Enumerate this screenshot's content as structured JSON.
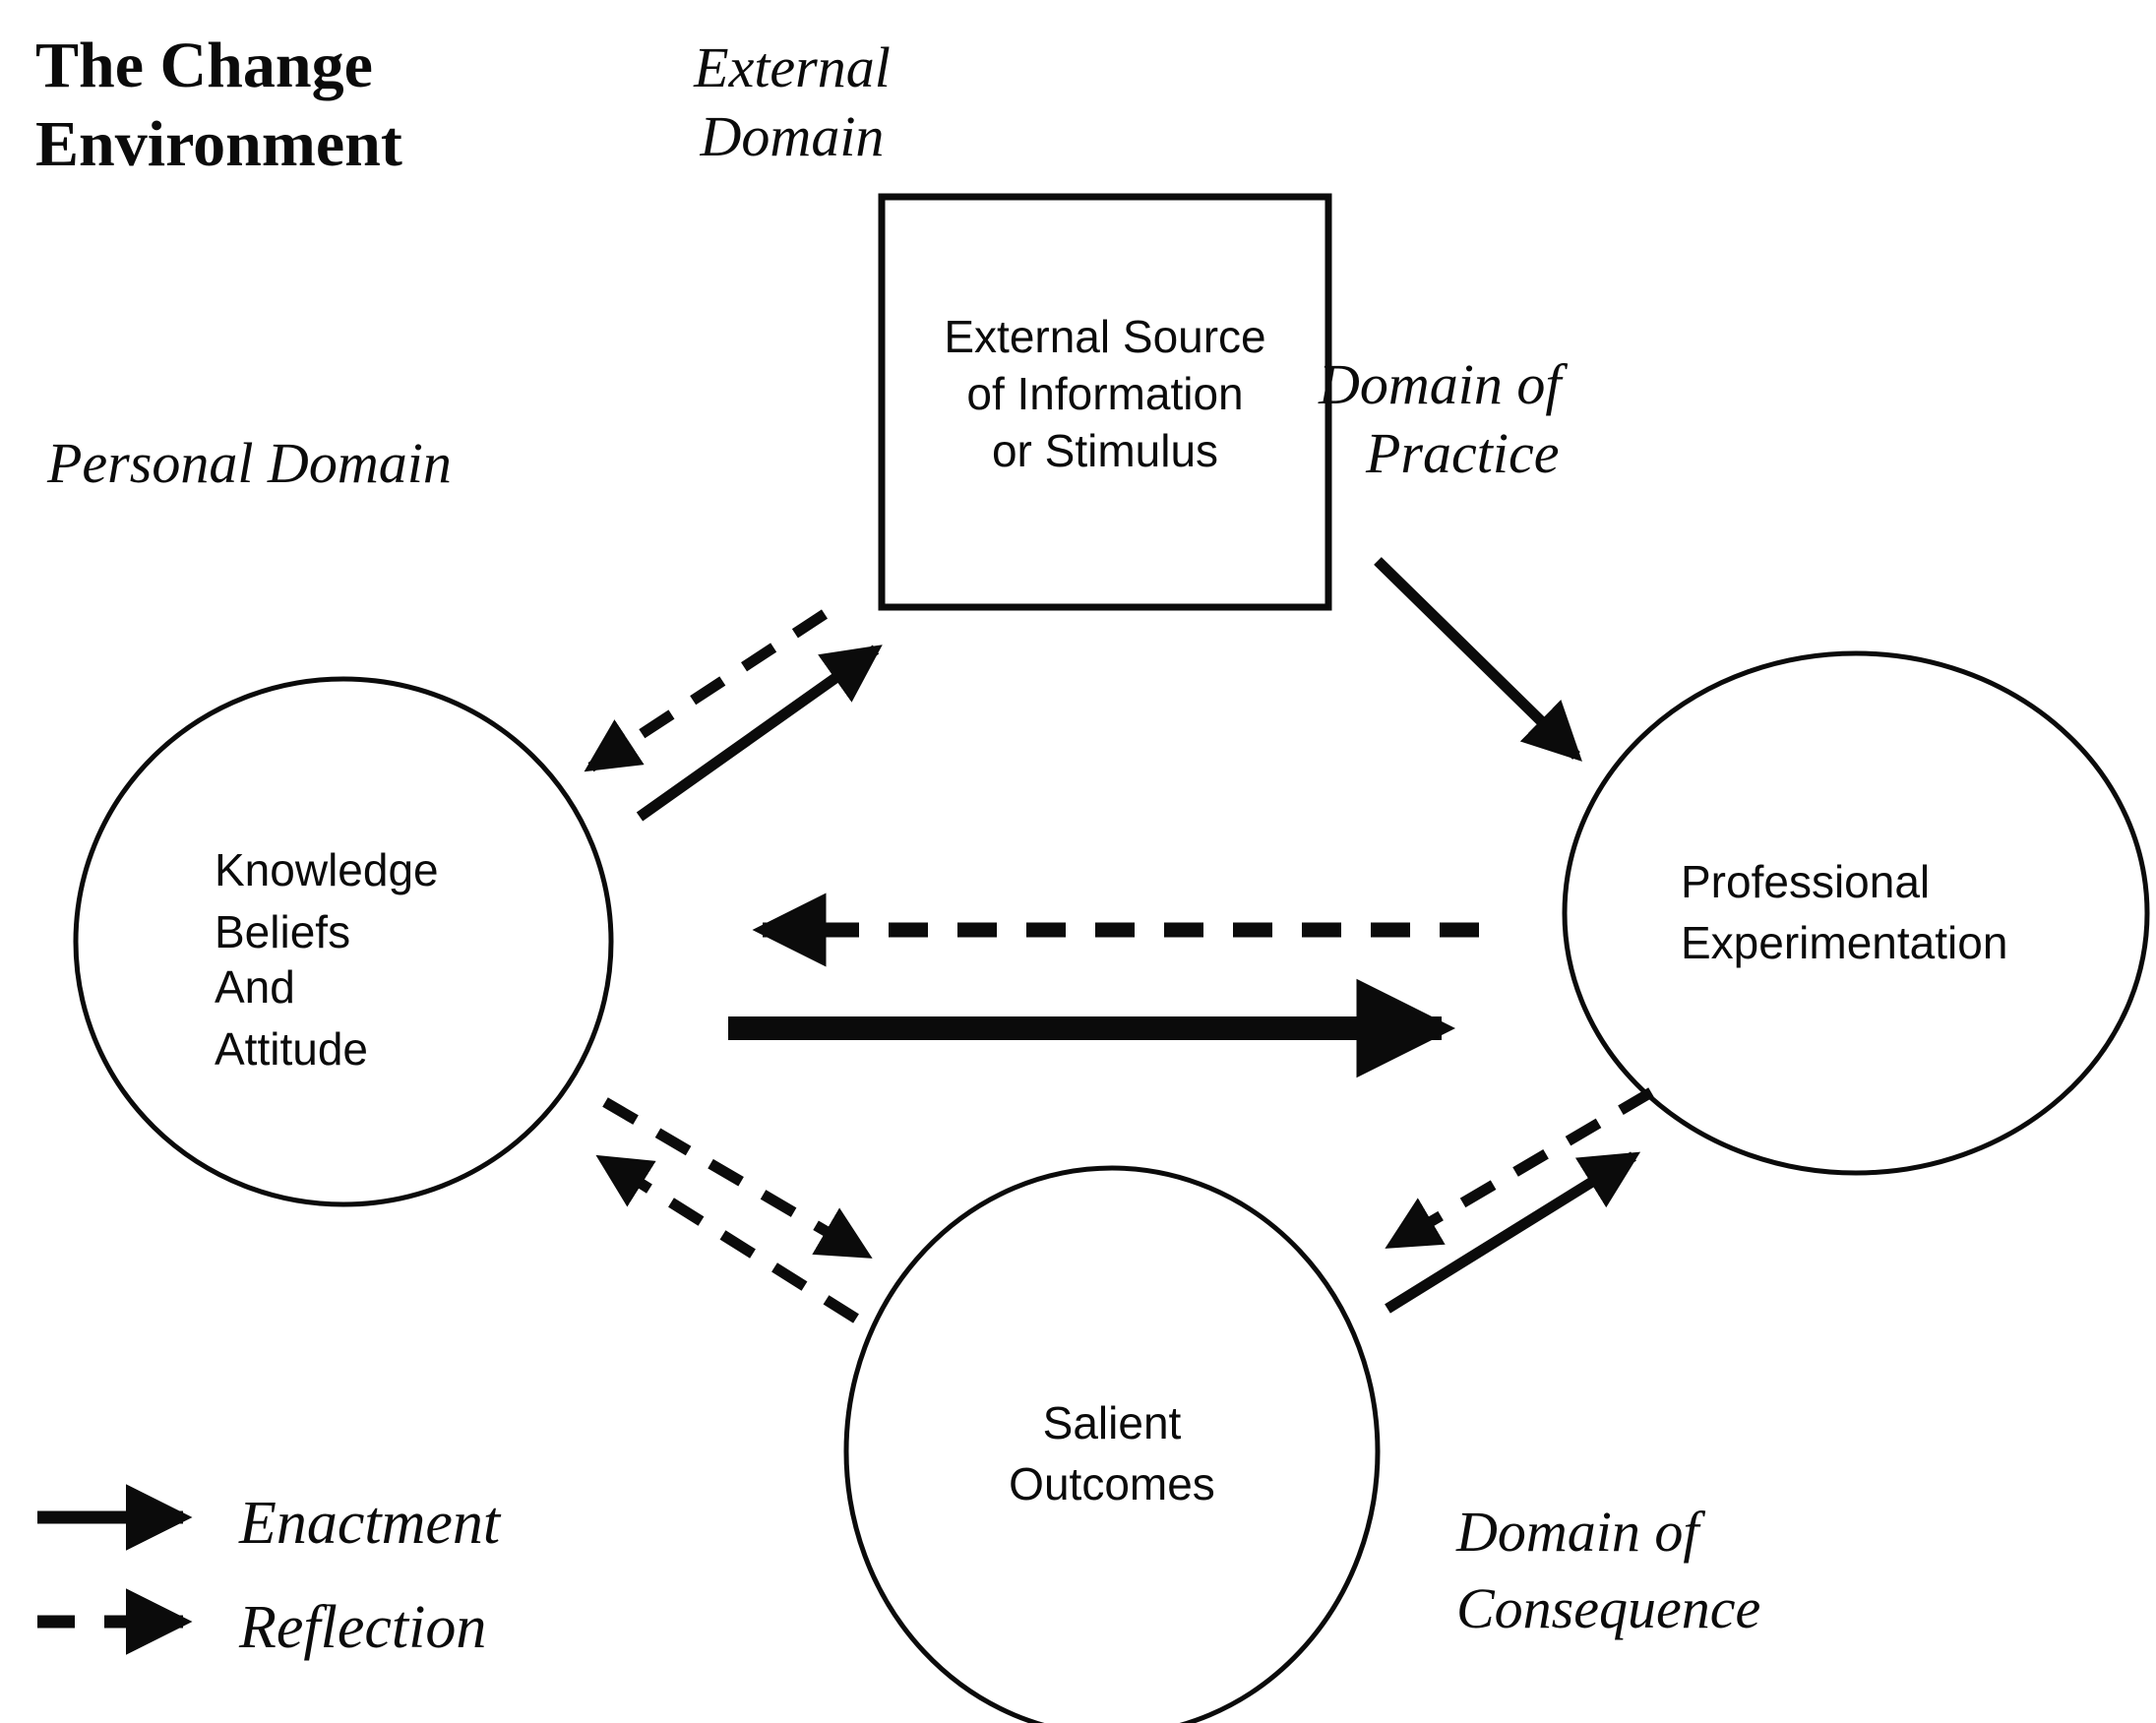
{
  "title": {
    "line1": "The Change",
    "line2": "Environment"
  },
  "domains": {
    "external": {
      "line1": "External",
      "line2": "Domain"
    },
    "personal": {
      "line1": "Personal Domain"
    },
    "practice": {
      "line1": "Domain of",
      "line2": "Practice"
    },
    "consequence": {
      "line1": "Domain of",
      "line2": "Consequence"
    }
  },
  "nodes": {
    "external_box": {
      "shape": "rectangle",
      "lines": [
        "External Source",
        "of Information",
        "or Stimulus"
      ]
    },
    "personal_circle": {
      "shape": "circle",
      "lines": [
        "Knowledge",
        "Beliefs",
        "And",
        "Attitude"
      ]
    },
    "practice_circle": {
      "shape": "circle",
      "lines": [
        "Professional",
        "Experimentation"
      ]
    },
    "outcomes_circle": {
      "shape": "circle",
      "lines": [
        "Salient",
        "Outcomes"
      ]
    }
  },
  "legend": {
    "items": [
      {
        "style": "solid",
        "label": "Enactment"
      },
      {
        "style": "dashed",
        "label": "Reflection"
      }
    ]
  },
  "edges": [
    {
      "from": "personal_circle",
      "to": "external_box",
      "style": "solid",
      "type": "Enactment"
    },
    {
      "from": "external_box",
      "to": "personal_circle",
      "style": "dashed",
      "type": "Reflection"
    },
    {
      "from": "external_box",
      "to": "practice_circle",
      "style": "solid",
      "type": "Enactment"
    },
    {
      "from": "personal_circle",
      "to": "practice_circle",
      "style": "solid",
      "type": "Enactment"
    },
    {
      "from": "practice_circle",
      "to": "personal_circle",
      "style": "dashed",
      "type": "Reflection"
    },
    {
      "from": "personal_circle",
      "to": "outcomes_circle",
      "style": "dashed",
      "type": "Reflection"
    },
    {
      "from": "outcomes_circle",
      "to": "personal_circle",
      "style": "dashed",
      "type": "Reflection"
    },
    {
      "from": "outcomes_circle",
      "to": "practice_circle",
      "style": "solid",
      "type": "Enactment"
    },
    {
      "from": "practice_circle",
      "to": "outcomes_circle",
      "style": "dashed",
      "type": "Reflection"
    }
  ],
  "colors": {
    "stroke": "#0b0b0b",
    "background": "#ffffff"
  }
}
